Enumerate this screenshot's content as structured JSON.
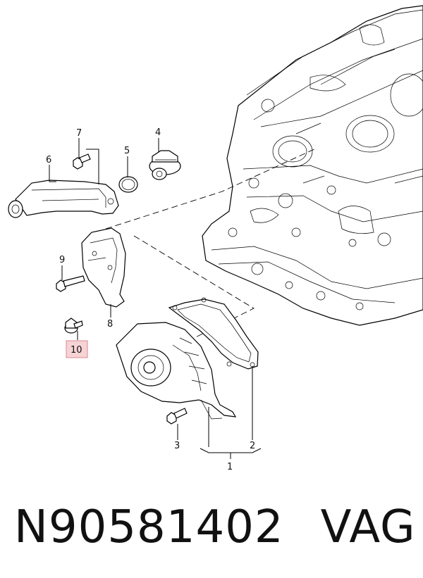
{
  "diagram": {
    "callouts": [
      "1",
      "2",
      "3",
      "4",
      "5",
      "6",
      "7",
      "8",
      "9",
      "10"
    ],
    "highlighted_callout": "10",
    "highlight_color": "#f6d3d5",
    "highlight_border": "#d98890"
  },
  "caption": {
    "part_number": "N90581402",
    "brand": "VAG"
  }
}
